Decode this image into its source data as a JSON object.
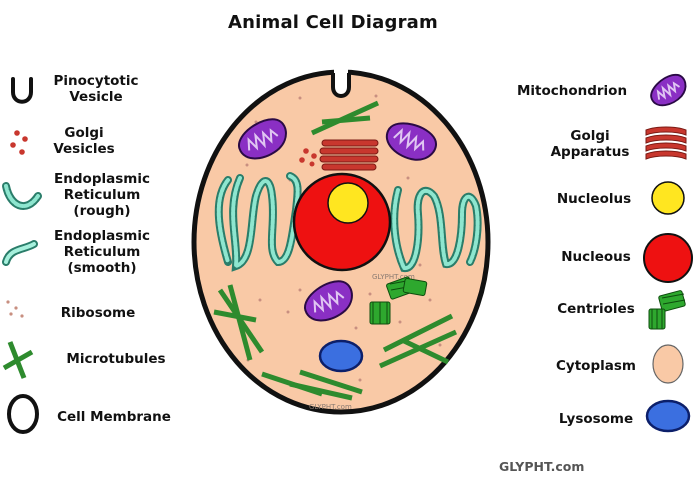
{
  "title": "Animal Cell Diagram",
  "watermark": "GLYPHT.com",
  "cell_watermark_1": "GLYPHT.com",
  "cell_watermark_2": "GLYPHT.com",
  "left_legend": [
    {
      "id": "pinocytotic-vesicle",
      "label": "Pinocytotic\nVesicle"
    },
    {
      "id": "golgi-vesicles",
      "label": "Golgi\nVesicles"
    },
    {
      "id": "rough-er",
      "label": "Endoplasmic\nReticulum\n(rough)"
    },
    {
      "id": "smooth-er",
      "label": "Endoplasmic\nReticulum\n(smooth)"
    },
    {
      "id": "ribosome",
      "label": "Ribosome"
    },
    {
      "id": "microtubules",
      "label": "Microtubules"
    },
    {
      "id": "cell-membrane",
      "label": "Cell Membrane"
    }
  ],
  "right_legend": [
    {
      "id": "mitochondrion",
      "label": "Mitochondrion"
    },
    {
      "id": "golgi-apparatus",
      "label": "Golgi\nApparatus"
    },
    {
      "id": "nucleolus",
      "label": "Nucleolus"
    },
    {
      "id": "nucleous",
      "label": "Nucleous"
    },
    {
      "id": "centrioles",
      "label": "Centrioles"
    },
    {
      "id": "cytoplasm",
      "label": "Cytoplasm"
    },
    {
      "id": "lysosome",
      "label": "Lysosome"
    }
  ],
  "colors": {
    "cytoplasm": "#f9c9a6",
    "membrane": "#111111",
    "nucleus": "#ee1111",
    "nucleolus": "#ffe620",
    "mitochondrion": "#8a2fc4",
    "golgi": "#c8372e",
    "er": "#6ccfb8",
    "microtubule": "#2e8b2e",
    "lysosome": "#3b6fe0",
    "centriole": "#2ea82e"
  }
}
